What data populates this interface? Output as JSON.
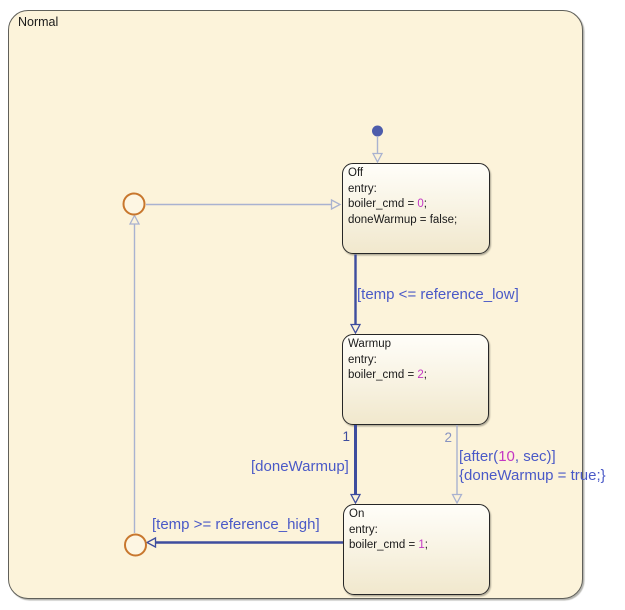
{
  "chart": {
    "title": "Normal"
  },
  "colors": {
    "bg": "#ffffff",
    "chart-fill": "#fcf3da",
    "chart-border": "#60605a",
    "state-border": "#262626",
    "state-fill-top": "#fffef9",
    "state-fill-bottom": "#f1e8cd",
    "transition-dark": "#3e4d9e",
    "transition-light": "#a9b2d0",
    "label-blue": "#4a59c7",
    "number-magenta": "#c336c3",
    "junction-orange": "#c8772e",
    "junction-fill": "#fdf6e3",
    "dot-blue": "#4d5cab",
    "exit2-blue": "#8692c0",
    "text-black": "#1a1a1a"
  },
  "states": [
    {
      "title": "Off",
      "entry_label": "entry:",
      "action": {
        "pre": "boiler_cmd = ",
        "num": "0",
        "post": ";"
      },
      "extra": "doneWarmup = false;"
    },
    {
      "title": "Warmup",
      "entry_label": "entry:",
      "action": {
        "pre": "boiler_cmd = ",
        "num": "2",
        "post": ";"
      }
    },
    {
      "title": "On",
      "entry_label": "entry:",
      "action": {
        "pre": "boiler_cmd = ",
        "num": "1",
        "post": ";"
      }
    }
  ],
  "transitions": {
    "off_to_warmup": {
      "label": "[temp <= reference_low]"
    },
    "warmup_to_on_1": {
      "exit_number": "1",
      "label": "[doneWarmup]"
    },
    "warmup_to_on_2": {
      "exit_number": "2",
      "condition": {
        "pre": "[after(",
        "num": "10",
        "post": ", sec)]"
      },
      "action": "{doneWarmup = true;}"
    },
    "on_to_junction": {
      "label": "[temp >= reference_high]"
    }
  }
}
